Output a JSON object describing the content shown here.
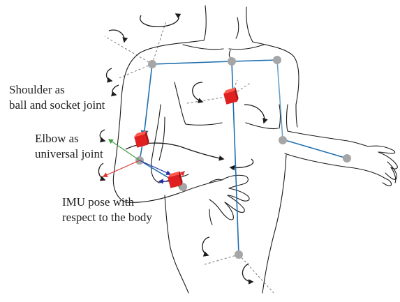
{
  "labels": {
    "shoulder": [
      "Shoulder as",
      "ball and socket joint"
    ],
    "elbow": [
      "Elbow as",
      "universal joint"
    ],
    "imu": [
      "IMU pose with",
      "respect to the body"
    ]
  },
  "colors": {
    "skeleton": "#1f6fb0",
    "skeleton_light": "#6aa0c8",
    "joint": "#a6a6a6",
    "imu": "#e02020",
    "outline": "#1a1a1a",
    "axis_x": "#e03030",
    "axis_y": "#40a040",
    "axis_z": "#2030a0",
    "dashed": "#666666"
  }
}
